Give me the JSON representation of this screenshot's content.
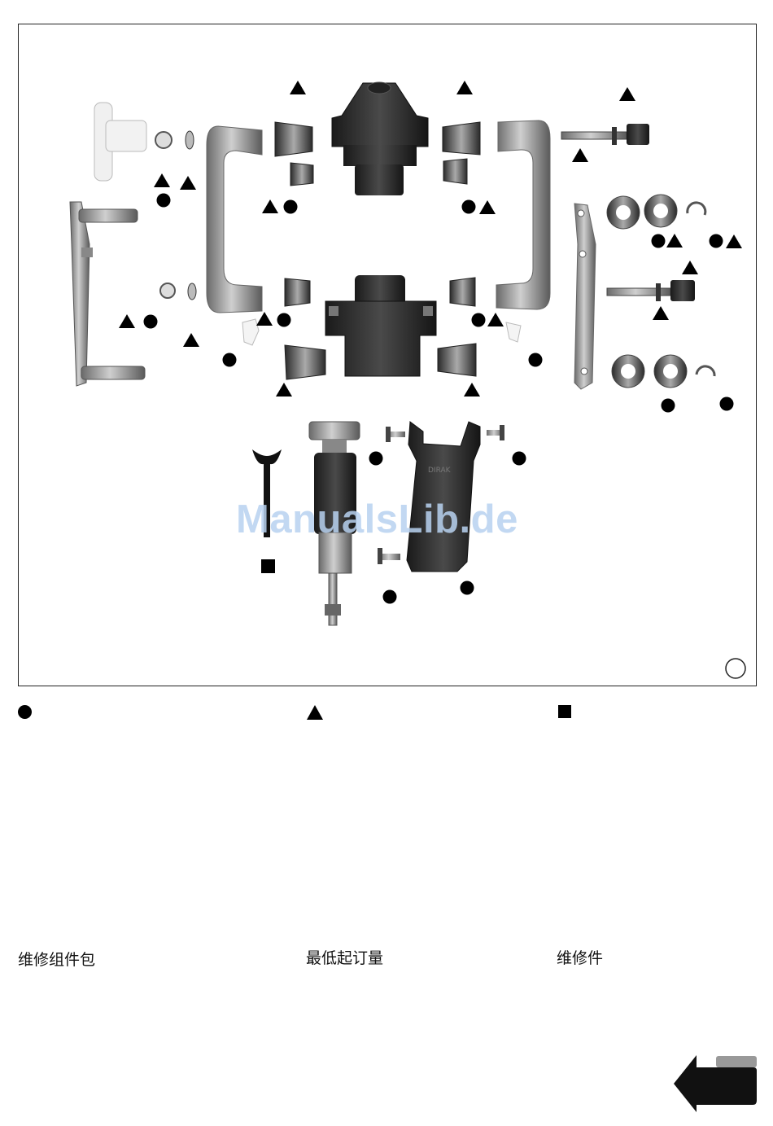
{
  "watermark": "ManualsLib.de",
  "legend": [
    {
      "symbol": "circle",
      "label": "维修组件包"
    },
    {
      "symbol": "triangle",
      "label": "最低起订量"
    },
    {
      "symbol": "square",
      "label": "维修件"
    }
  ],
  "figure": {
    "markers": [
      {
        "symbol": "triangle"
      },
      {
        "symbol": "triangle"
      },
      {
        "symbol": "triangle"
      },
      {
        "symbol": "triangle"
      },
      {
        "symbol": "triangle"
      },
      {
        "symbol": "circle"
      },
      {
        "symbol": "triangle"
      },
      {
        "symbol": "circle"
      },
      {
        "symbol": "circle"
      },
      {
        "symbol": "triangle"
      },
      {
        "symbol": "circle"
      },
      {
        "symbol": "triangle"
      },
      {
        "symbol": "circle"
      },
      {
        "symbol": "triangle"
      },
      {
        "symbol": "triangle"
      },
      {
        "symbol": "triangle"
      },
      {
        "symbol": "circle"
      },
      {
        "symbol": "triangle"
      },
      {
        "symbol": "circle"
      },
      {
        "symbol": "circle"
      },
      {
        "symbol": "triangle"
      },
      {
        "symbol": "circle"
      },
      {
        "symbol": "triangle"
      },
      {
        "symbol": "circle"
      },
      {
        "symbol": "triangle"
      },
      {
        "symbol": "triangle"
      },
      {
        "symbol": "circle"
      },
      {
        "symbol": "circle"
      },
      {
        "symbol": "circle"
      },
      {
        "symbol": "circle"
      },
      {
        "symbol": "circle"
      },
      {
        "symbol": "circle"
      },
      {
        "symbol": "square"
      },
      {
        "symbol": "circle"
      }
    ]
  },
  "colors": {
    "marker": "#000000",
    "border": "#222222",
    "watermark": "#b8d2f0"
  }
}
